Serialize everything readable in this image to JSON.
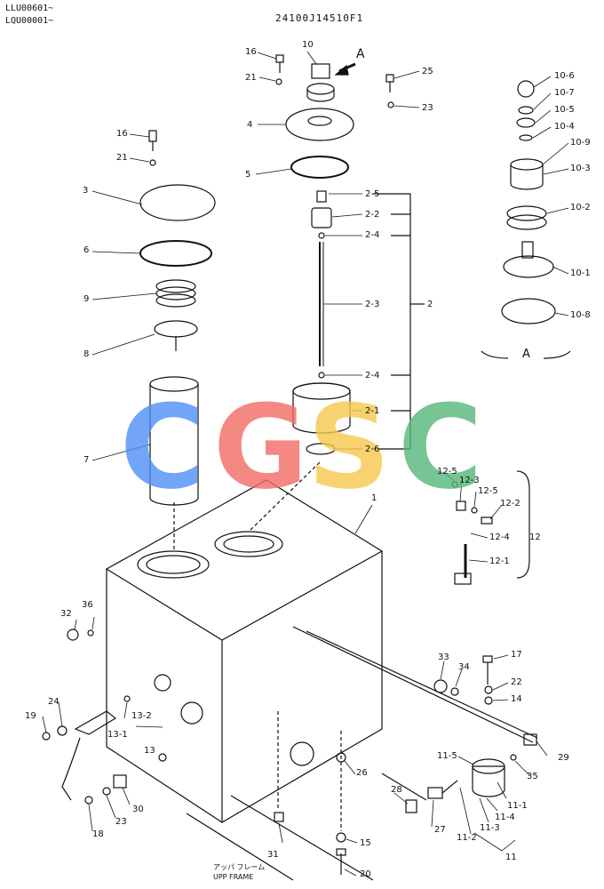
{
  "header": {
    "serial_line_1": "LLU00601~",
    "serial_line_2": "LQU00001~",
    "drawing_number": "24100J14510F1"
  },
  "watermark": {
    "letters": [
      "C",
      "G",
      "S",
      "C"
    ],
    "colors": [
      "#4f8ff7",
      "#f26b63",
      "#f6c84a",
      "#56b67a"
    ]
  },
  "frame_note": {
    "jp": "アッパ フレーム",
    "en": "UPP FRAME"
  },
  "detail_view": "A",
  "labels": {
    "l16a": "16",
    "l10": "10",
    "lA": "A",
    "l25": "25",
    "l21a": "21",
    "l23a": "23",
    "l4": "4",
    "l5": "5",
    "l2_5": "2-5",
    "l2_2": "2-2",
    "l2_4a": "2-4",
    "l2_3": "2-3",
    "l2": "2",
    "l2_4b": "2-4",
    "l2_1": "2-1",
    "l2_6": "2-6",
    "l16b": "16",
    "l21b": "21",
    "l3": "3",
    "l6": "6",
    "l9": "9",
    "l8": "8",
    "l7": "7",
    "l1": "1",
    "l10_6": "10-6",
    "l10_7": "10-7",
    "l10_5": "10-5",
    "l10_4": "10-4",
    "l10_9": "10-9",
    "l10_3": "10-3",
    "l10_2": "10-2",
    "l10_1": "10-1",
    "l10_8": "10-8",
    "l12_5a": "12-5",
    "l12_3": "12-3",
    "l12_5b": "12-5",
    "l12_2": "12-2",
    "l12_4": "12-4",
    "l12": "12",
    "l12_1": "12-1",
    "l32": "32",
    "l36": "36",
    "l33": "33",
    "l34": "34",
    "l17": "17",
    "l22": "22",
    "l14": "14",
    "l24": "24",
    "l19": "19",
    "l13_2": "13-2",
    "l13_1": "13-1",
    "l13": "13",
    "l11_5": "11-5",
    "l29": "29",
    "l35": "35",
    "l26": "26",
    "l28": "28",
    "l27": "27",
    "l11_1": "11-1",
    "l11_4": "11-4",
    "l11_3": "11-3",
    "l11_2": "11-2",
    "l11": "11",
    "l30": "30",
    "l18": "18",
    "l23b": "23",
    "l31": "31",
    "l15": "15",
    "l20": "20"
  }
}
